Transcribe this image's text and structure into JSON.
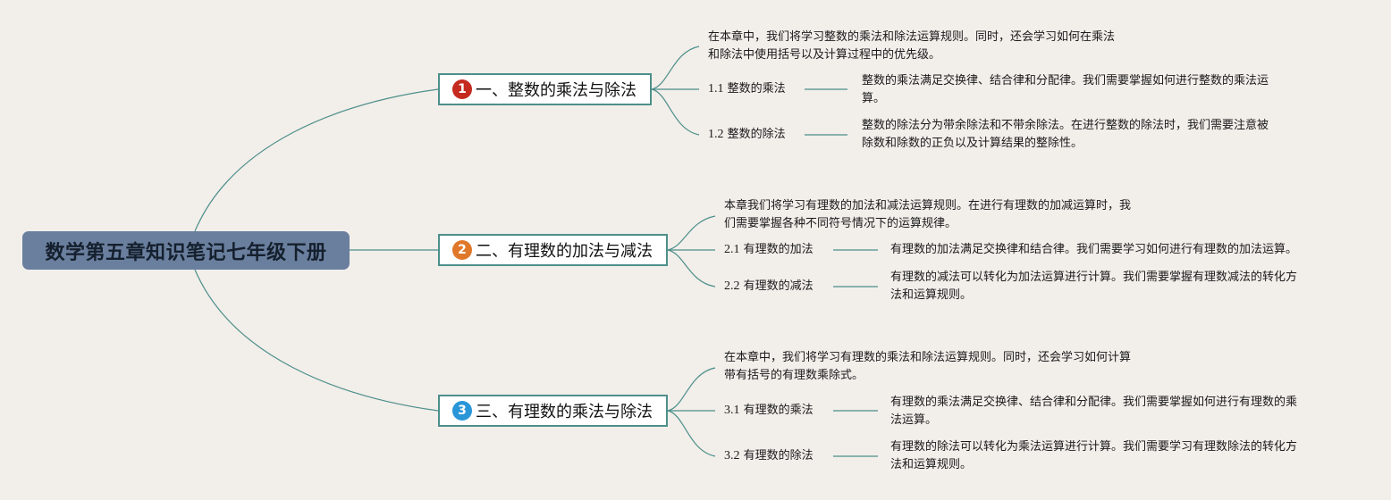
{
  "central": {
    "title": "数学第五章知识笔记七年级下册",
    "color": "#6a7f9e"
  },
  "chapters": [
    {
      "badge": "1",
      "badge_color": "#c42a1e",
      "title": "一、整数的乘法与除法",
      "intro": [
        "在本章中，我们将学习整数的乘法和除法运算规则。同时，还会学习如何在乘法",
        "和除法中使用括号以及计算过程中的优先级。"
      ],
      "topics": [
        {
          "num": "1.1",
          "label": "整数的乘法",
          "detail": [
            "整数的乘法满足交换律、结合律和分配律。我们需要掌握如何进行整数的乘法运",
            "算。"
          ]
        },
        {
          "num": "1.2",
          "label": "整数的除法",
          "detail": [
            "整数的除法分为带余除法和不带余除法。在进行整数的除法时，我们需要注意被",
            "除数和除数的正负以及计算结果的整除性。"
          ]
        }
      ]
    },
    {
      "badge": "2",
      "badge_color": "#e0782a",
      "title": "二、有理数的加法与减法",
      "intro": [
        "本章我们将学习有理数的加法和减法运算规则。在进行有理数的加减运算时，我",
        "们需要掌握各种不同符号情况下的运算规律。"
      ],
      "topics": [
        {
          "num": "2.1",
          "label": "有理数的加法",
          "detail": [
            "有理数的加法满足交换律和结合律。我们需要学习如何进行有理数的加法运算。"
          ]
        },
        {
          "num": "2.2",
          "label": "有理数的减法",
          "detail": [
            "有理数的减法可以转化为加法运算进行计算。我们需要掌握有理数减法的转化方",
            "法和运算规则。"
          ]
        }
      ]
    },
    {
      "badge": "3",
      "badge_color": "#2996d8",
      "title": "三、有理数的乘法与除法",
      "intro": [
        "在本章中，我们将学习有理数的乘法和除法运算规则。同时，还会学习如何计算",
        "带有括号的有理数乘除式。"
      ],
      "topics": [
        {
          "num": "3.1",
          "label": "有理数的乘法",
          "detail": [
            "有理数的乘法满足交换律、结合律和分配律。我们需要掌握如何进行有理数的乘",
            "法运算。"
          ]
        },
        {
          "num": "3.2",
          "label": "有理数的除法",
          "detail": [
            "有理数的除法可以转化为乘法运算进行计算。我们需要学习有理数除法的转化方",
            "法和运算规则。"
          ]
        }
      ]
    }
  ]
}
